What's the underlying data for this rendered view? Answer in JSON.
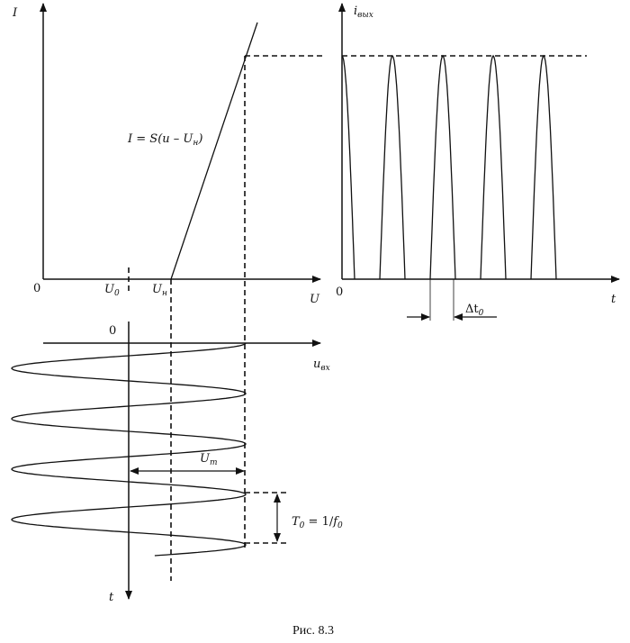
{
  "left_graph": {
    "y_axis_label": "I",
    "x_axis_label": "U",
    "origin_label": "0",
    "u0_label": "U",
    "u0_sub": "0",
    "un_label": "U",
    "un_sub": "н",
    "formula_main": "I = S(u – U",
    "formula_sub": "н",
    "formula_close": ")"
  },
  "input_graph": {
    "zero_label": "0",
    "x_axis_label": "u",
    "x_axis_sub": "вх",
    "t_axis_label": "t",
    "amplitude_label": "U",
    "amplitude_sub": "m",
    "period_label_a": "T",
    "period_sub_a": "0",
    "period_label_b": " = 1/",
    "period_label_c": "f",
    "period_sub_c": "0"
  },
  "output_graph": {
    "y_axis_label": "i",
    "y_axis_sub": "вых",
    "x_axis_label": "t",
    "origin_label": "0",
    "delta_label": "Δt",
    "delta_sub": "0"
  },
  "caption": "Рис. 8.3"
}
